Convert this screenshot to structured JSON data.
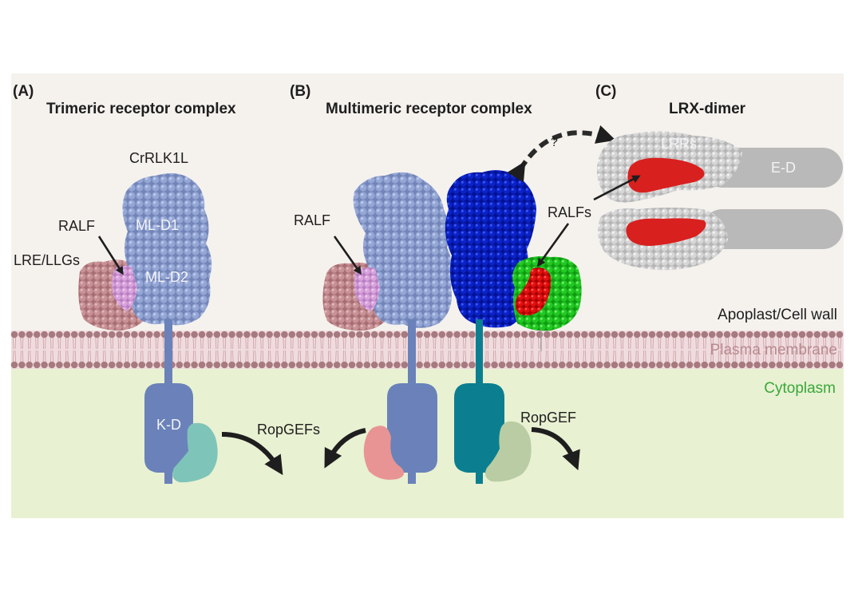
{
  "figure": {
    "panels": [
      {
        "letter": "(A)",
        "title": "Trimeric receptor complex"
      },
      {
        "letter": "(B)",
        "title": "Multimeric receptor complex"
      },
      {
        "letter": "(C)",
        "title": "LRX-dimer"
      }
    ],
    "labels": {
      "crrlk1l": "CrRLK1L",
      "ralf_a": "RALF",
      "lre_llgs": "LRE/LLGs",
      "ml_d1": "ML-D1",
      "ml_d2": "ML-D2",
      "ralf_b": "RALF",
      "ralfs": "RALFs",
      "question": "?",
      "lrrs": "LRRs",
      "e_d": "E-D",
      "k_d": "K-D",
      "ropgefs": "RopGEFs",
      "ropgef": "RopGEF"
    },
    "regions": {
      "apoplast": "Apoplast/Cell wall",
      "membrane": "Plasma membrane",
      "cytoplasm": "Cytoplasm"
    },
    "colors": {
      "apoplast_bg": "#f5f2ee",
      "cytoplasm_bg": "#e8f1d2",
      "membrane_head": "#a77a80",
      "membrane_fill": "#f0dcde",
      "crrlk1l": "#8fa2cf",
      "kinase": "#6a82b9",
      "lre": "#c38a8e",
      "ralf_pink": "#d59ad6",
      "multimer_blue": "#0a1fc2",
      "multimer_teal": "#0b7f90",
      "lrx_green": "#1fc21f",
      "ralf_red": "#d8201f",
      "lrx_grey": "#c9c9c9",
      "extensin": "#b9b9b9",
      "ropgef_teal": "#7fc4b8",
      "ropgef_pink": "#e99494",
      "ropgef_olive": "#b9cca4",
      "cytoplasm_text": "#3aa83a",
      "membrane_text": "#b88a8e"
    }
  }
}
